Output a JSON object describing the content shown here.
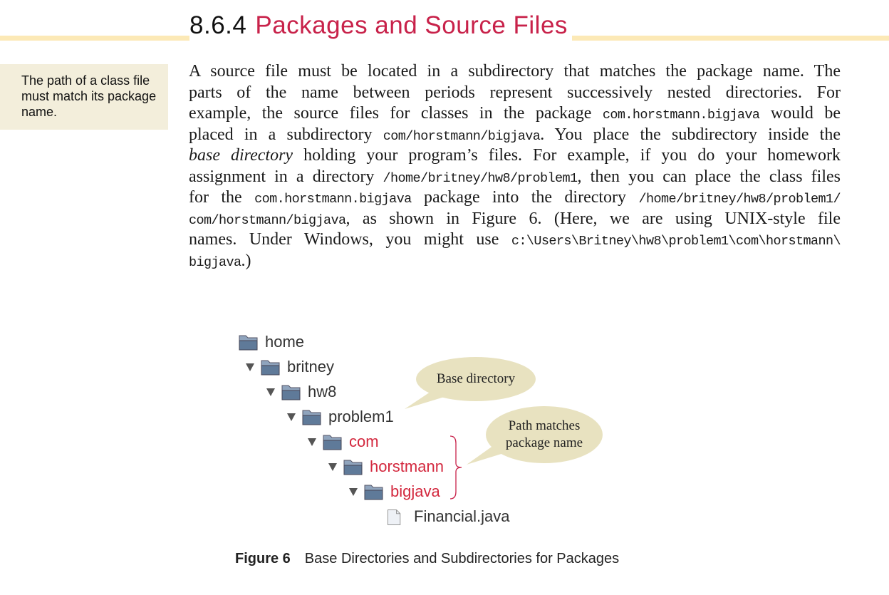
{
  "heading": {
    "number": "8.6.4",
    "title": "Packages and Source Files"
  },
  "margin_note": "The path of a class file must match its package name.",
  "paragraph": [
    [
      {
        "t": "A source file must be located in a subdirectory that matches the package name. The"
      }
    ],
    [
      {
        "t": "parts of the name between periods represent successively nested directories. For"
      }
    ],
    [
      {
        "t": "example, the source files for classes in the package "
      },
      {
        "t": "com.horstmann.bigjava",
        "s": "mono"
      },
      {
        "t": " would be"
      }
    ],
    [
      {
        "t": "placed in a subdirectory "
      },
      {
        "t": "com/horstmann/bigjava",
        "s": "mono"
      },
      {
        "t": ". You place the subdirectory inside the"
      }
    ],
    [
      {
        "t": "base directory",
        "s": "ital"
      },
      {
        "t": " holding your program’s files. For example, if you do your homework"
      }
    ],
    [
      {
        "t": "assignment in a directory "
      },
      {
        "t": "/home/britney/hw8/problem1",
        "s": "mono"
      },
      {
        "t": ", then you can place the class files"
      }
    ],
    [
      {
        "t": "for the "
      },
      {
        "t": "com.horstmann.bigjava",
        "s": "mono"
      },
      {
        "t": " package into the directory "
      },
      {
        "t": "/home/britney/hw8/problem1/",
        "s": "mono"
      }
    ],
    [
      {
        "t": "com/horstmann/bigjava",
        "s": "mono"
      },
      {
        "t": ", as shown in Figure 6. (Here, we are using UNIX-style file"
      }
    ],
    [
      {
        "t": "names. Under Windows, you might use "
      },
      {
        "t": "c:\\Users\\Britney\\hw8\\problem1\\com\\horstmann\\",
        "s": "mono"
      }
    ],
    [
      {
        "t": "bigjava",
        "s": "mono"
      },
      {
        "t": ".)"
      }
    ]
  ],
  "tree": [
    {
      "label": "home",
      "type": "folder",
      "expanded": false,
      "highlight": false
    },
    {
      "label": "britney",
      "type": "folder",
      "expanded": true,
      "highlight": false
    },
    {
      "label": "hw8",
      "type": "folder",
      "expanded": true,
      "highlight": false
    },
    {
      "label": "problem1",
      "type": "folder",
      "expanded": true,
      "highlight": false
    },
    {
      "label": "com",
      "type": "folder",
      "expanded": true,
      "highlight": true
    },
    {
      "label": "horstmann",
      "type": "folder",
      "expanded": true,
      "highlight": true
    },
    {
      "label": "bigjava",
      "type": "folder",
      "expanded": true,
      "highlight": true
    },
    {
      "label": "Financial.java",
      "type": "file",
      "expanded": false,
      "highlight": false
    }
  ],
  "callouts": {
    "base_directory": "Base directory",
    "path_matches_1": "Path matches",
    "path_matches_2": "package name"
  },
  "caption": {
    "label": "Figure 6",
    "text": "Base Directories and Subdirectories for Packages"
  },
  "colors": {
    "accent": "#c8224a",
    "highlight": "#d3283e",
    "rule": "#fce9b6",
    "note_bg": "#f3eedb",
    "bubble": "#e8e2c0"
  }
}
